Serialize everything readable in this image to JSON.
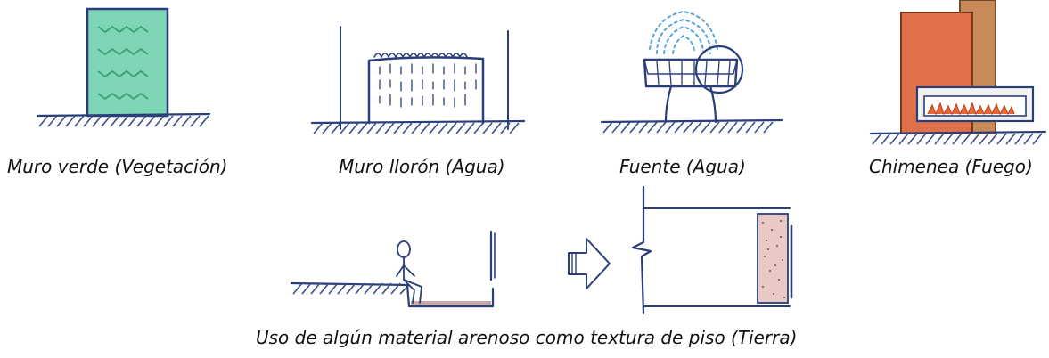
{
  "captions": {
    "muro_verde": "Muro verde (Vegetación)",
    "muro_lloron": "Muro llorón (Agua)",
    "fuente": "Fuente (Agua)",
    "chimenea": "Chimenea (Fuego)",
    "piso_tierra": "Uso de algún material arenoso como textura de piso (Tierra)"
  },
  "colors": {
    "ink": "#2a3f7a",
    "vegetation": "#7fd6b6",
    "water_spray": "#5aa6d8",
    "fire_wall": "#e0704a",
    "fire_chimney": "#c98a5a",
    "sand": "#e8c9c6",
    "background": "#ffffff"
  }
}
